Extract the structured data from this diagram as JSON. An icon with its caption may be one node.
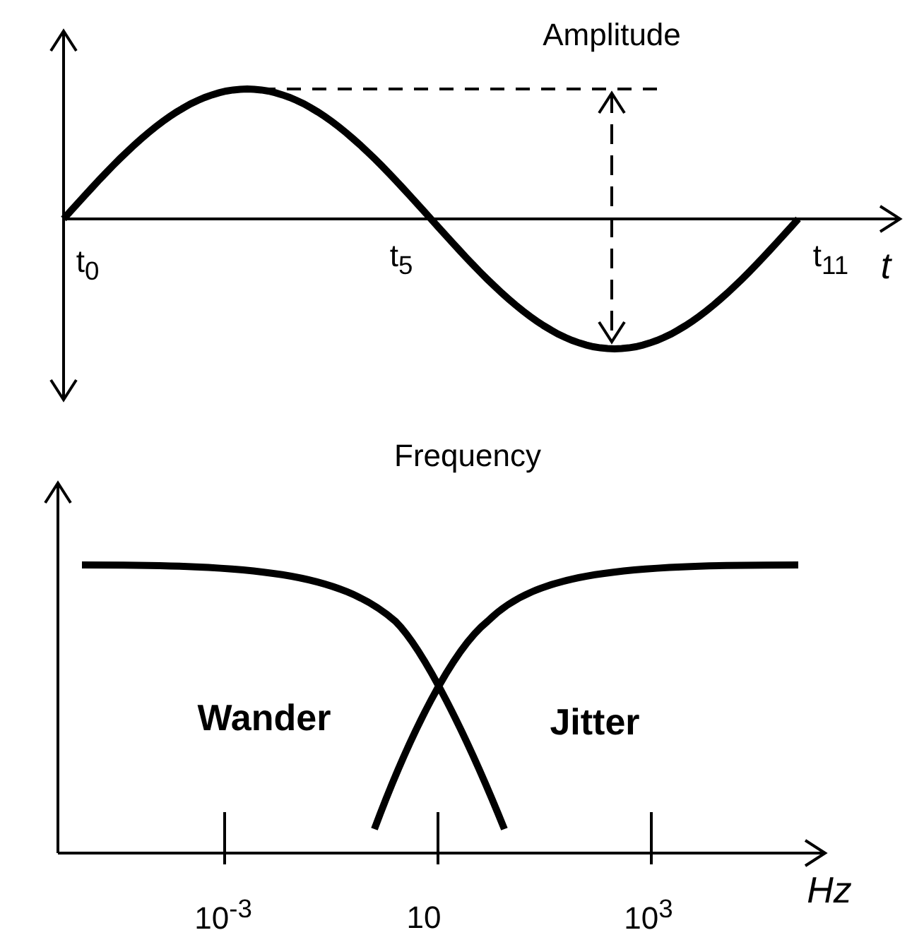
{
  "diagram": {
    "labels": [
      "Amplitude",
      "t$_{0}$",
      "t$_{5}$",
      "t$_{11}$",
      "t",
      "Frequency",
      "Wander",
      "Jitter",
      "Hz",
      "10$^{-3}$",
      "10",
      "10$^{3}$"
    ]
  }
}
